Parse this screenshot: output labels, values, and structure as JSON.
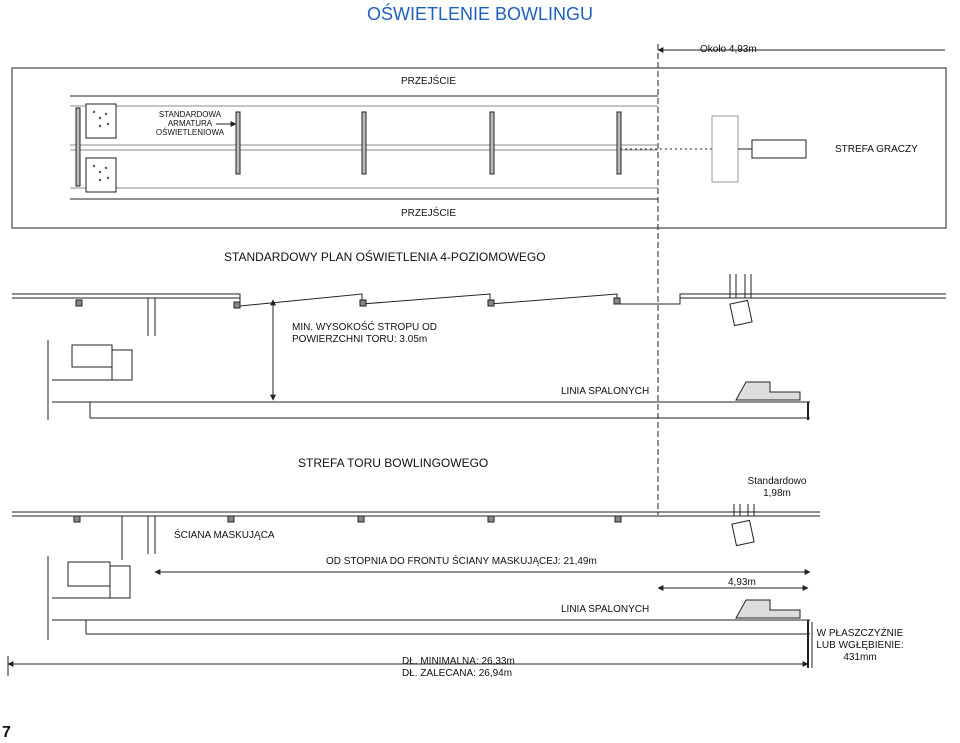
{
  "title": "OŚWIETLENIE BOWLINGU",
  "top_plan": {
    "width_label": "Około 4,93m",
    "aisle_top": "PRZEJŚCIE",
    "aisle_bottom": "PRZEJŚCIE",
    "fixture_label": [
      "STANDARDOWA",
      "ARMATURA",
      "OŚWIETLENIOWA"
    ],
    "player_zone": "STREFA GRACZY"
  },
  "section1": {
    "title": "STANDARDOWY PLAN OŚWIETLENIA 4-POZIOMOWEGO",
    "ceiling_note": [
      "MIN. WYSOKOŚĆ STROPU OD",
      "POWIERZCHNI TORU: 3.05m"
    ],
    "foul_line": "LINIA SPALONYCH"
  },
  "section2": {
    "title": "STREFA TORU BOWLINGOWEGO",
    "standard_label": [
      "Standardowo",
      "1,98m"
    ],
    "masking_wall": "ŚCIANA MASKUJĄCA",
    "step_to_wall": "OD STOPNIA DO FRONTU ŚCIANY MASKUJĄCEJ: 21,49m",
    "approach_width": "4,93m",
    "foul_line": "LINIA SPALONYCH",
    "min_length": "DŁ. MINIMALNA: 26,33m",
    "rec_length": "DŁ. ZALECANA: 26,94m",
    "recess_label": [
      "W PŁASZCZYŹNIE",
      "LUB WGŁĘBIENIE:",
      "431mm"
    ]
  },
  "page_number": "7",
  "colors": {
    "title": "#1f5fbf",
    "line": "#222222"
  }
}
